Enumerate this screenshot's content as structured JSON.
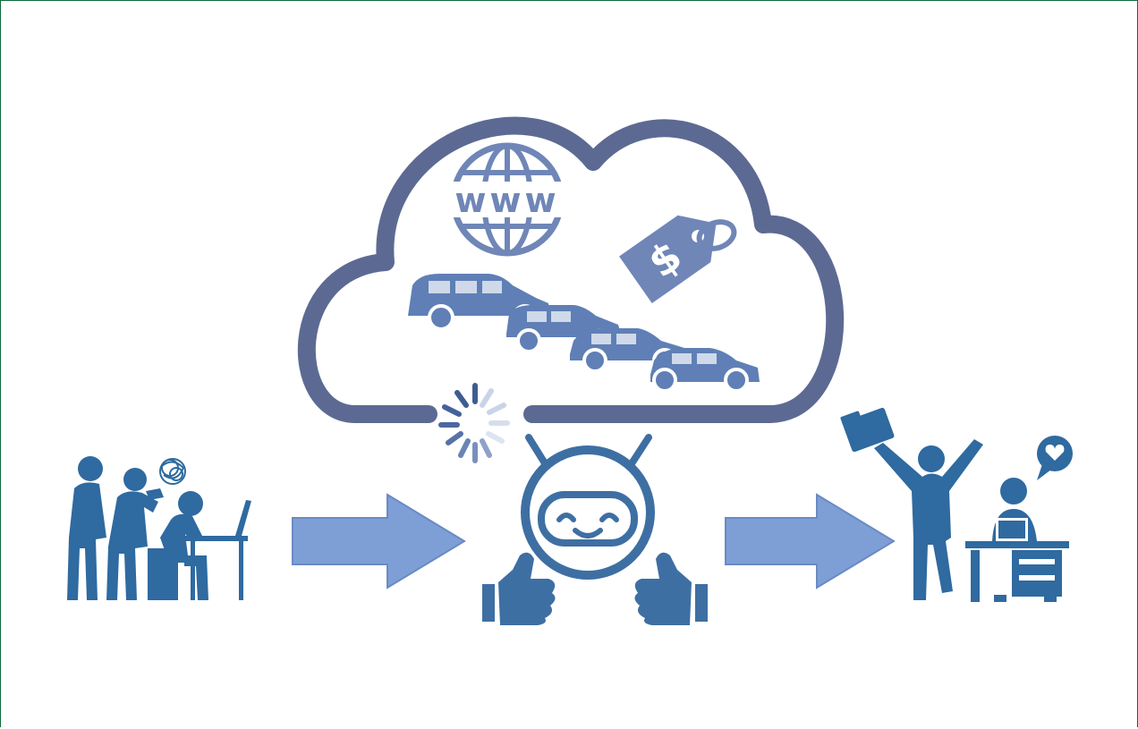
{
  "diagram": {
    "globe": {
      "text": "www"
    },
    "price_tag": {
      "symbol": "$"
    },
    "colors": {
      "cloud_outline": "#5c6a93",
      "dark_blue": "#2f6aa0",
      "cloud_icons": "#6f86b7",
      "cars": "#5f7fb6",
      "arrow_fill": "#7d9fd6",
      "arrow_border": "#6a8ac4",
      "robot_outline": "#3e6fa3",
      "loading_dark": "#3f5c92",
      "loading_light": "#c9d4e8"
    },
    "steps": [
      {
        "id": "frustrated-workers",
        "icon": "frustrated-people-icon"
      },
      {
        "id": "assistant-robot",
        "icon": "smiling-robot-icon"
      },
      {
        "id": "happy-workers",
        "icon": "celebrating-people-icon"
      }
    ]
  }
}
